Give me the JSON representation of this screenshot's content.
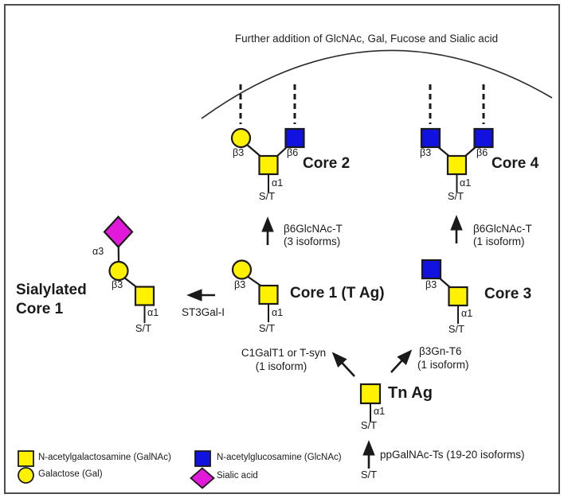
{
  "header": {
    "title": "Further addition of GlcNAc, Gal, Fucose and Sialic acid"
  },
  "structures": {
    "core2": {
      "name": "Core 2",
      "b3": "β3",
      "b6": "β6",
      "a1": "α1",
      "st": "S/T"
    },
    "core4": {
      "name": "Core 4",
      "b3": "β3",
      "b6": "β6",
      "a1": "α1",
      "st": "S/T"
    },
    "core1": {
      "name": "Core 1 (T Ag)",
      "b3": "β3",
      "a1": "α1",
      "st": "S/T"
    },
    "core3": {
      "name": "Core 3",
      "b3": "β3",
      "a1": "α1",
      "st": "S/T"
    },
    "sialylated_core1": {
      "name_line1": "Sialylated",
      "name_line2": "Core 1",
      "a3": "α3",
      "b3": "β3",
      "a1": "α1",
      "st": "S/T"
    },
    "tn": {
      "name": "Tn Ag",
      "a1": "α1",
      "st": "S/T"
    },
    "peptide": {
      "st": "S/T"
    }
  },
  "enzymes": {
    "to_core2": {
      "name": "β6GlcNAc-T",
      "isoforms": "(3 isoforms)"
    },
    "to_core4": {
      "name": "β6GlcNAc-T",
      "isoforms": "(1 isoform)"
    },
    "to_sialylated": {
      "name": "ST3Gal-I"
    },
    "to_core1": {
      "name": "C1GalT1 or T-syn",
      "isoforms": "(1 isoform)"
    },
    "to_core3": {
      "name": "β3Gn-T6",
      "isoforms": "(1 isoform)"
    },
    "to_tn": {
      "name": "ppGalNAc-Ts (19-20 isoforms)"
    }
  },
  "legend": {
    "galnac": "N-acetylgalactosamine (GalNAc)",
    "galactose": "Galactose (Gal)",
    "glcnac": "N-acetylglucosamine (GlcNAc)",
    "sialic": "Sialic acid"
  },
  "colors": {
    "galnac": "#FFF200",
    "gal": "#FFF200",
    "glcnac": "#1212E0",
    "sialic": "#E119DB",
    "ink": "#1A1A1A",
    "frame": "#4D4D4D"
  }
}
